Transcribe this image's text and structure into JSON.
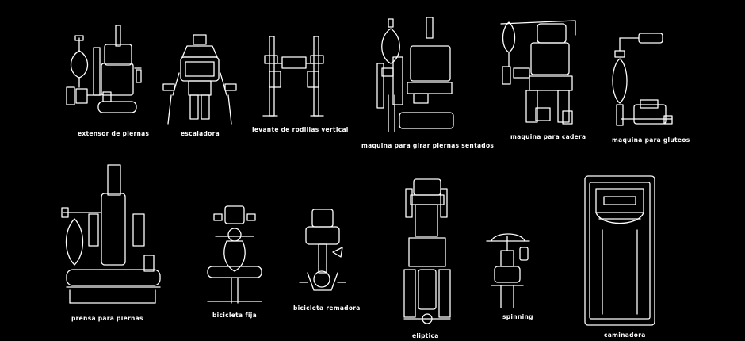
{
  "drawing": {
    "background": "#000000",
    "line_color": "#ffffff",
    "labels": {
      "extensor": "extensor de piernas",
      "escaladora": "escaladora",
      "levante": "levante de rodillas vertical",
      "girar": "maquina para girar piernas sentados",
      "cadera": "maquina para cadera",
      "gluteos": "maquina para gluteos",
      "prensa": "prensa para piernas",
      "bicicleta_fija": "bicicleta fija",
      "bicicleta_remadora": "bicicleta remadora",
      "eliptica": "eliptica",
      "spinning": "spinning",
      "caminadora": "caminadora"
    }
  }
}
